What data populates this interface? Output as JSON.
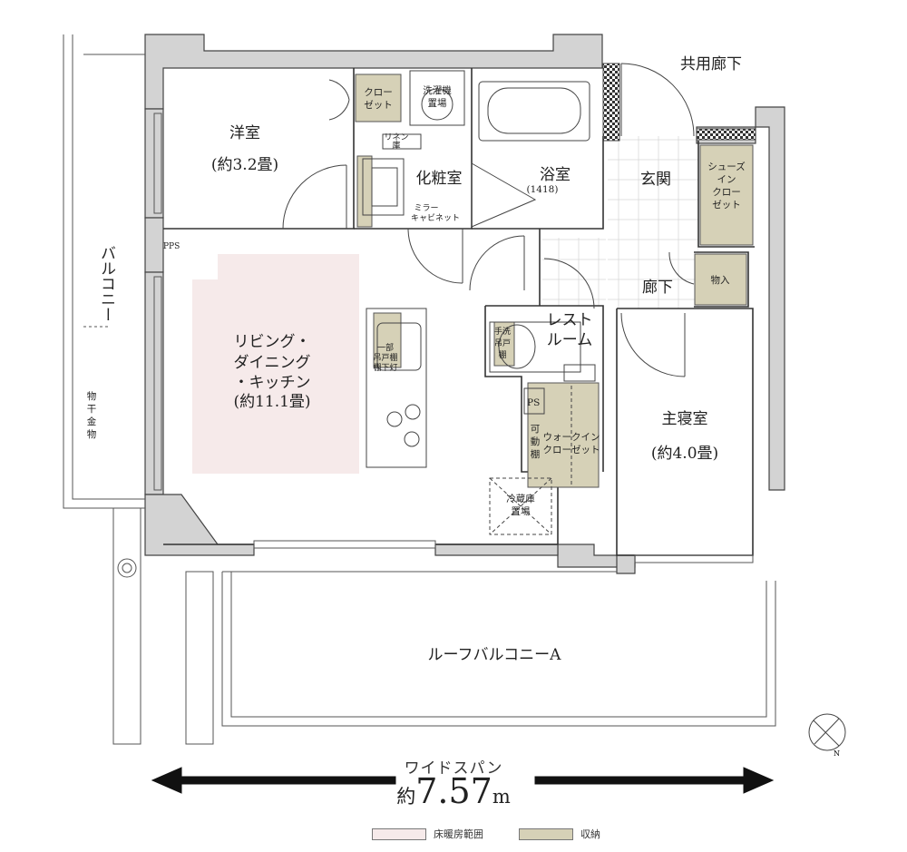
{
  "rooms": {
    "western_room": {
      "name": "洋室",
      "size": "(約3.2畳)"
    },
    "ldk": {
      "line1": "リビング・",
      "line2": "ダイニング",
      "line3": "・キッチン",
      "size": "(約11.1畳)"
    },
    "master_bedroom": {
      "name": "主寝室",
      "size": "(約4.0畳)"
    },
    "vanity": "化粧室",
    "bath": {
      "name": "浴室",
      "size": "(1418)"
    },
    "entrance": "玄関",
    "hallway": "廊下",
    "common_corridor": "共用廊下",
    "restroom": {
      "line1": "レスト",
      "line2": "ルーム"
    },
    "roof_balcony": "ルーフバルコニーA",
    "balcony": "バルコニー"
  },
  "storage": {
    "closet": {
      "line1": "クロー",
      "line2": "ゼット"
    },
    "linen": {
      "line1": "リネン",
      "line2": "庫"
    },
    "shoes_closet": {
      "line1": "シューズ",
      "line2": "イン",
      "line3": "クロー",
      "line4": "ゼット"
    },
    "storage_room": "物入",
    "walk_in_closet": {
      "line1": "ウォークイン",
      "line2": "クローゼット"
    },
    "movable_shelf": {
      "line1": "可",
      "line2": "動",
      "line3": "棚"
    },
    "hanging_cabinet_kitchen": {
      "line1": "一部",
      "line2": "吊戸棚",
      "line3": "棚下灯"
    },
    "hanging_cabinet_toilet": {
      "line1": "手洗",
      "line2": "吊戸",
      "line3": "棚"
    }
  },
  "fixtures": {
    "washer": {
      "line1": "洗濯機",
      "line2": "置場"
    },
    "mirror_cabinet": {
      "line1": "ミラー",
      "line2": "キャビネット"
    },
    "fridge": {
      "line1": "冷蔵庫",
      "line2": "置場"
    },
    "pps": "PPS",
    "ps": "PS",
    "drying_hardware": {
      "line1": "物",
      "line2": "干",
      "line3": "金",
      "line4": "物"
    }
  },
  "span": {
    "title": "ワイドスパン",
    "prefix": "約",
    "value": "7.57",
    "unit": "m"
  },
  "compass": {
    "label": "N"
  },
  "legend": [
    {
      "label": "床暖房範囲",
      "color": "#f6eaea"
    },
    {
      "label": "収納",
      "color": "#d6d1b7"
    }
  ],
  "colors": {
    "wall": "#d3d3d3",
    "floor_heating": "#f6eaea",
    "storage": "#d6d1b7",
    "line": "#444444"
  }
}
